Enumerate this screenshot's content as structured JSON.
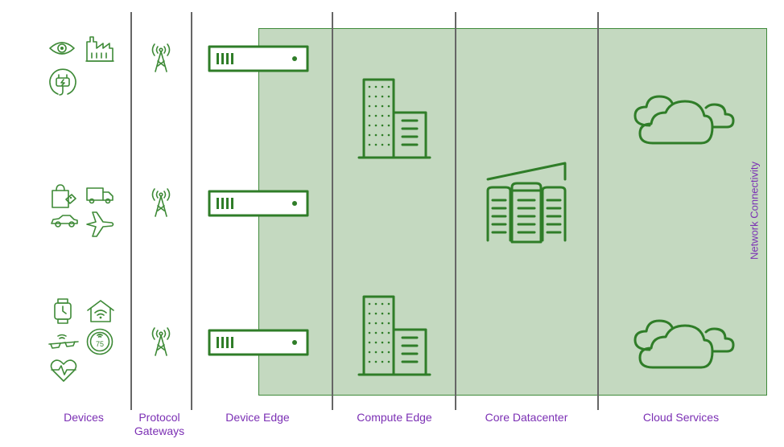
{
  "diagram": {
    "columns": [
      {
        "id": "devices",
        "label": "Devices"
      },
      {
        "id": "protocol",
        "label": "Protocol\nGateways"
      },
      {
        "id": "device-edge",
        "label": "Device Edge"
      },
      {
        "id": "compute-edge",
        "label": "Compute Edge"
      },
      {
        "id": "core",
        "label": "Core Datacenter"
      },
      {
        "id": "cloud",
        "label": "Cloud Services"
      }
    ],
    "network_label": "Network Connectivity",
    "gauge_value": "75",
    "colors": {
      "accent_text": "#7b2fb4",
      "icon_green": "#2f7d28",
      "network_fill": "#c4d9c0",
      "divider": "#666666"
    }
  }
}
